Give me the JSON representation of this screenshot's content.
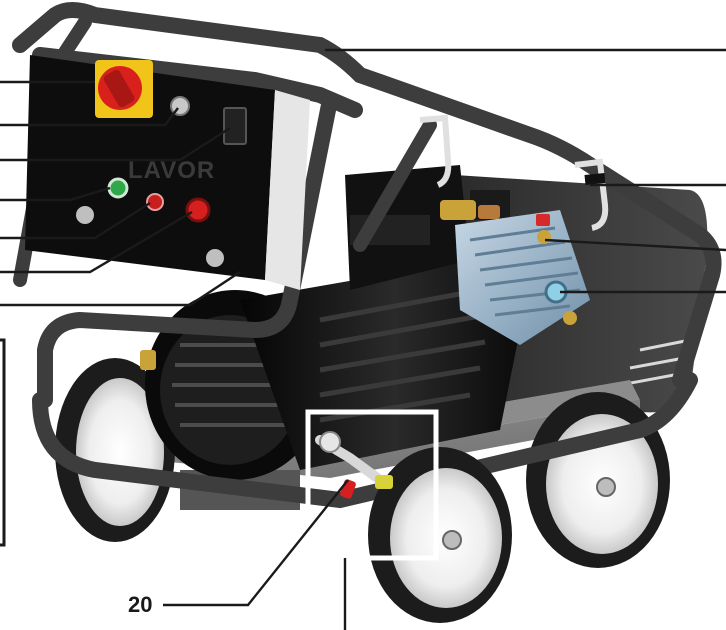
{
  "brand": {
    "logo_text": "LAVOR",
    "colors": {
      "frame": "#3d3d3d",
      "body": "#111111",
      "panel": "#0d0d0d",
      "pump": "#8fb0c8",
      "wheel_tire": "#1c1c1c",
      "wheel_rim": "#f2f2f2"
    }
  },
  "callouts": {
    "part_20": {
      "number": "20",
      "target": "valve-detail-box"
    }
  },
  "panel_controls": [
    {
      "name": "main-switch",
      "icon": "rotary-switch-icon",
      "color": "#d9201c"
    },
    {
      "name": "indicator-grey",
      "icon": "indicator-light-icon",
      "color": "#c8c8c8"
    },
    {
      "name": "rocker-switch",
      "icon": "rocker-switch-icon",
      "color": "#222222"
    },
    {
      "name": "start-button",
      "icon": "green-button-icon",
      "color": "#2fa84a"
    },
    {
      "name": "warning-light",
      "icon": "red-light-icon",
      "color": "#c81e1e"
    },
    {
      "name": "stop-button",
      "icon": "red-button-icon",
      "color": "#d62020"
    }
  ]
}
